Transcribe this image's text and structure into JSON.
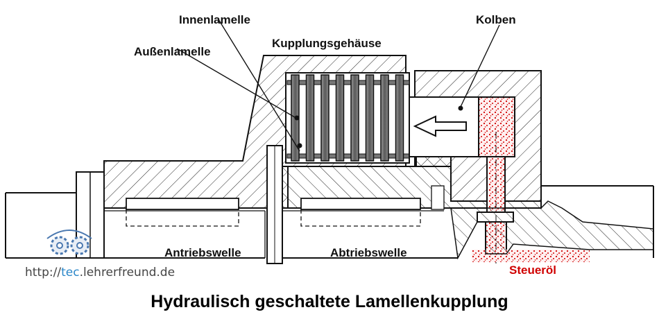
{
  "title": "Hydraulisch geschaltete Lamellenkupplung",
  "labels": {
    "innenlamelle": "Innenlamelle",
    "aussenlamelle": "Außenlamelle",
    "kupplungsgehaeuse": "Kupplungsgehäuse",
    "kolben": "Kolben",
    "antriebswelle": "Antriebswelle",
    "abtriebswelle": "Abtriebswelle",
    "steueroel": "Steueröl"
  },
  "watermark": {
    "prefix": "http://",
    "highlight": "tec",
    "rest": ".lehrerfreund.de"
  },
  "colors": {
    "steueroel": "#d00000",
    "url_highlight": "#2a86c8",
    "line": "#111111"
  }
}
